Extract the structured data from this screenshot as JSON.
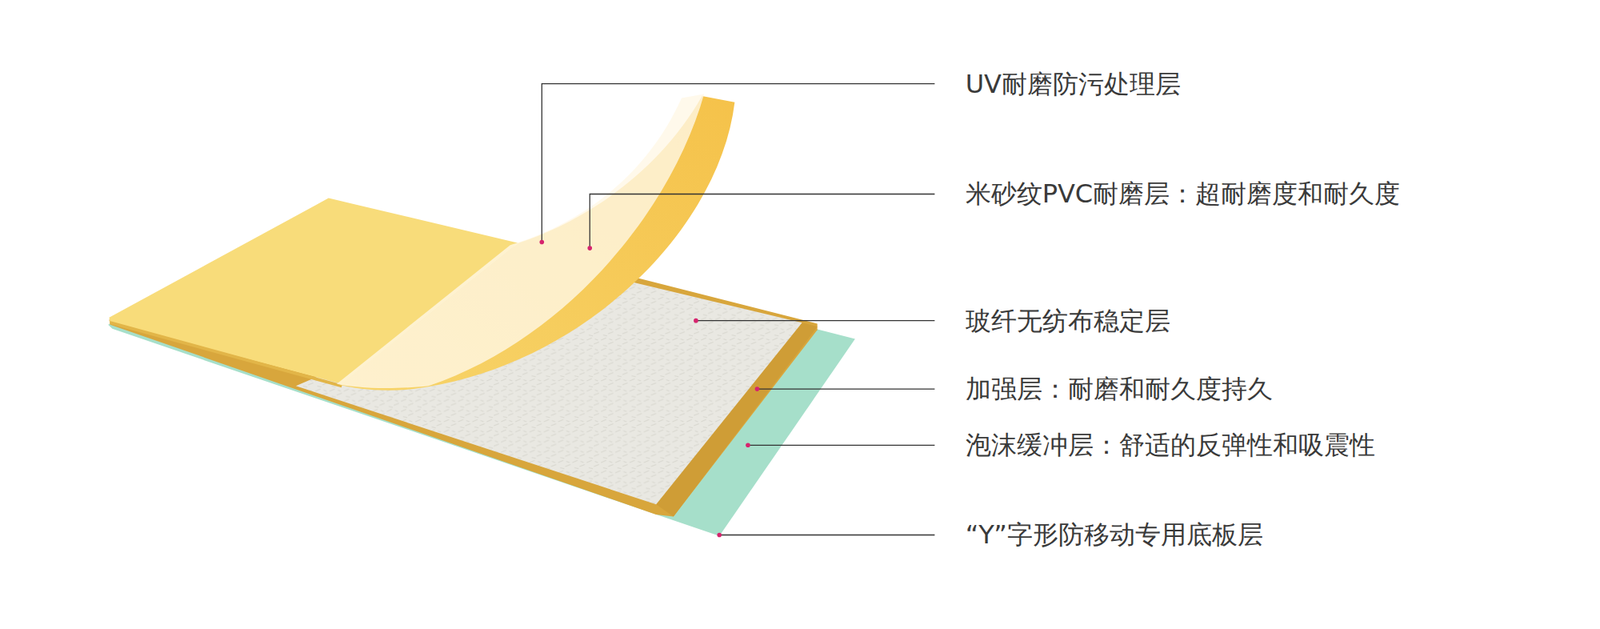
{
  "diagram": {
    "labels": [
      "UV耐磨防污处理层",
      "米砂纹PVC耐磨层：超耐磨度和耐久度",
      "玻纤无纺布稳定层",
      "加强层：耐磨和耐久度持久",
      "泡沫缓冲层：舒适的反弹性和吸震性",
      "“Y”字形防移动专用底板层"
    ]
  }
}
